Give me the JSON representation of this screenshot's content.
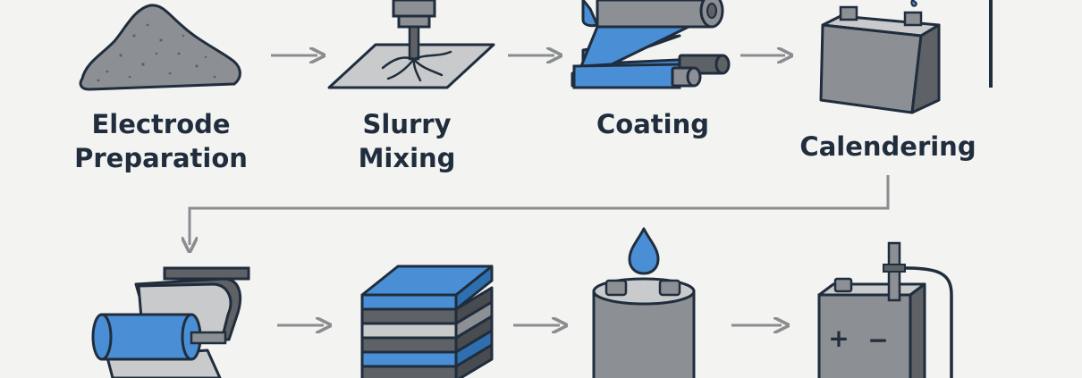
{
  "steps": [
    {
      "id": "electrode-preparation",
      "lines": [
        "Electrode",
        "Preparation"
      ],
      "icon": "powder-pile-icon"
    },
    {
      "id": "slurry-mixing",
      "lines": [
        "Slurry",
        "Mixing"
      ],
      "icon": "mixer-icon"
    },
    {
      "id": "coating",
      "lines": [
        "Coating"
      ],
      "icon": "coating-roller-icon"
    },
    {
      "id": "calendering",
      "lines": [
        "Calendering"
      ],
      "icon": "battery-cell-icon"
    }
  ],
  "bottom_row_icons": [
    "winding-roll-icon",
    "electrode-stack-icon",
    "electrolyte-filling-icon",
    "battery-terminal-icon"
  ],
  "terminal_symbols": {
    "plus": "+",
    "minus": "−"
  },
  "colors": {
    "background": "#f3f3f2",
    "text": "#1f2d3d",
    "outline": "#1f2d3d",
    "metal_gray": "#8c8f93",
    "light_gray": "#c9cacb",
    "dark_gray": "#5e6166",
    "accent_blue": "#4a8fd6",
    "arrow": "#8a8c8f"
  }
}
